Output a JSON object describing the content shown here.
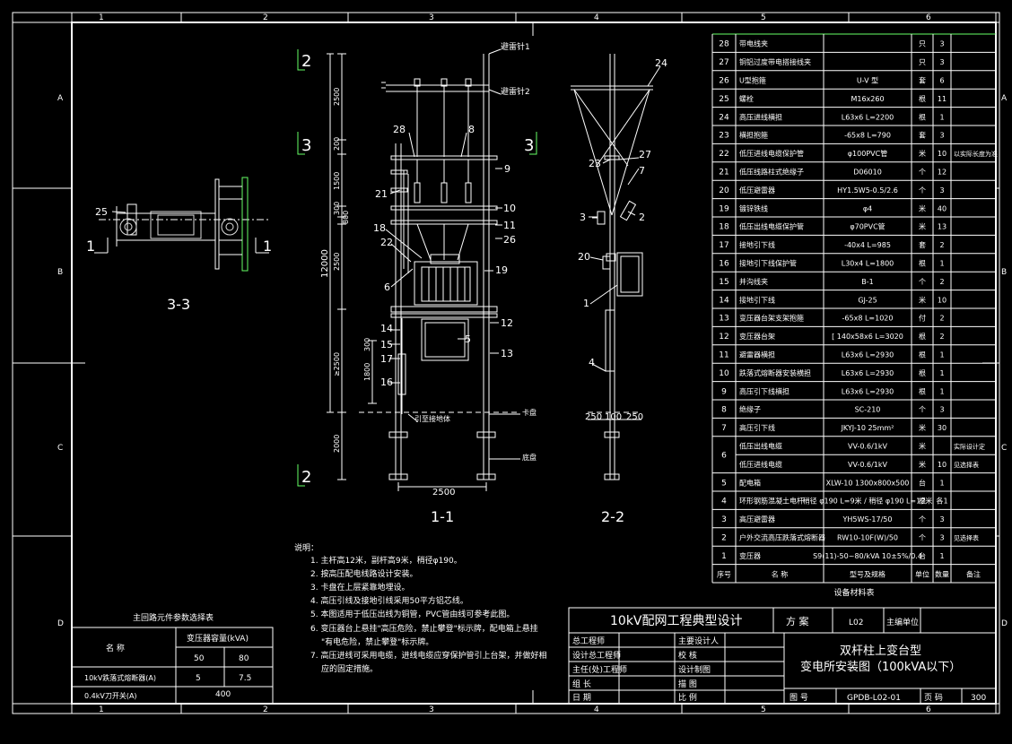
{
  "frame": {
    "col_numbers": [
      "1",
      "2",
      "3",
      "4",
      "5",
      "6"
    ],
    "row_letters": [
      "A",
      "B",
      "C",
      "D"
    ]
  },
  "views": {
    "section_33": "3-3",
    "section_11": "1-1",
    "section_22": "2-2"
  },
  "section_marks": {
    "m2": "2",
    "m3": "3",
    "m1": "1"
  },
  "dims_11": {
    "d2500_top": "2500",
    "d200": "200",
    "d1500": "1500",
    "d300": "300",
    "d800": "800",
    "d2500_mid": "2500",
    "d12000": "12000",
    "d1800": "1800",
    "d300b": "300",
    "d2500_low": "≥2500",
    "d2000": "2000",
    "d2500_bottom": "2500"
  },
  "dims_22": {
    "a": "250",
    "b": "100",
    "c": "250"
  },
  "callouts_11": {
    "c28": "28",
    "c8": "8",
    "c9": "9",
    "c21": "21",
    "c10": "10",
    "c11": "11",
    "c26": "26",
    "c18": "18",
    "c22": "22",
    "c19": "19",
    "c6": "6",
    "c14": "14",
    "c12": "12",
    "c15": "15",
    "c17": "17",
    "c5": "5",
    "c13": "13",
    "c16": "16",
    "lightning1": "避雷针1",
    "lightning2": "避雷针2",
    "ground_lead": "引至接地体",
    "chuck": "卡盘",
    "base": "底盘"
  },
  "callouts_22": {
    "c24": "24",
    "c23": "23",
    "c27": "27",
    "c7": "7",
    "c3": "3",
    "c2": "2",
    "c20": "20",
    "c1": "1",
    "c4": "4"
  },
  "callouts_33": {
    "c25": "25"
  },
  "notes": {
    "title": "说明：",
    "lines": [
      "1. 主杆高12米，副杆高9米，稍径φ190。",
      "2. 按高压配电线路设计安装。",
      "3. 卡盘在上层紧靠地埋设。",
      "4. 高压引线及接地引线采用50平方铝芯线。",
      "5. 本图适用于低压出线为铜管，PVC管由线可参考此图。",
      "6. 变压器台上悬挂\"高压危险，禁止攀登\"标示牌，配电箱上悬挂",
      "\"有电危险，禁止攀登\"标示牌。",
      "7. 高压进线可采用电缆，进线电缆应穿保护管引上台架，并做好相",
      "应的固定措施。"
    ]
  },
  "param_table": {
    "title": "主回路元件参数选择表",
    "name_header": "名  称",
    "cap_header": "变压器容量(kVA)",
    "caps": [
      "50",
      "80"
    ],
    "rows": [
      {
        "name": "10kV跌落式熔断器(A)",
        "v1": "5",
        "v2": "7.5"
      },
      {
        "name": "0.4kV刀开关(A)",
        "v1": "400",
        "v2": ""
      }
    ]
  },
  "materials": {
    "rows": [
      {
        "no": "28",
        "name": "带电线夹",
        "spec": "",
        "unit": "只",
        "qty": "3",
        "note": ""
      },
      {
        "no": "27",
        "name": "铜铝过度带电搭接线夹",
        "spec": "",
        "unit": "只",
        "qty": "3",
        "note": ""
      },
      {
        "no": "26",
        "name": "U型抱箍",
        "spec": "U-V 型",
        "unit": "套",
        "qty": "6",
        "note": ""
      },
      {
        "no": "25",
        "name": "螺栓",
        "spec": "M16x260",
        "unit": "根",
        "qty": "11",
        "note": ""
      },
      {
        "no": "24",
        "name": "高压进线横担",
        "spec": "L63x6 L=2200",
        "unit": "根",
        "qty": "1",
        "note": ""
      },
      {
        "no": "23",
        "name": "横担抱箍",
        "spec": "-65x8 L=790",
        "unit": "套",
        "qty": "3",
        "note": ""
      },
      {
        "no": "22",
        "name": "低压进线电缆保护管",
        "spec": "φ100PVC管",
        "unit": "米",
        "qty": "10",
        "note": "以实际长度为准"
      },
      {
        "no": "21",
        "name": "低压线路柱式绝缘子",
        "spec": "D06010",
        "unit": "个",
        "qty": "12",
        "note": ""
      },
      {
        "no": "20",
        "name": "低压避雷器",
        "spec": "HY1.5W5-0.5/2.6",
        "unit": "个",
        "qty": "3",
        "note": ""
      },
      {
        "no": "19",
        "name": "镀锌铁线",
        "spec": "φ4",
        "unit": "米",
        "qty": "40",
        "note": ""
      },
      {
        "no": "18",
        "name": "低压出线电缆保护管",
        "spec": "φ70PVC管",
        "unit": "米",
        "qty": "13",
        "note": ""
      },
      {
        "no": "17",
        "name": "接地引下线",
        "spec": "-40x4 L=985",
        "unit": "套",
        "qty": "2",
        "note": ""
      },
      {
        "no": "16",
        "name": "接地引下线保护管",
        "spec": "L30x4 L=1800",
        "unit": "根",
        "qty": "1",
        "note": ""
      },
      {
        "no": "15",
        "name": "并沟线夹",
        "spec": "B-1",
        "unit": "个",
        "qty": "2",
        "note": ""
      },
      {
        "no": "14",
        "name": "接地引下线",
        "spec": "GJ-25",
        "unit": "米",
        "qty": "10",
        "note": ""
      },
      {
        "no": "13",
        "name": "变压器台架支架抱箍",
        "spec": "-65x8 L=1020",
        "unit": "付",
        "qty": "2",
        "note": ""
      },
      {
        "no": "12",
        "name": "变压器台架",
        "spec": "[ 140x58x6 L=3020",
        "unit": "根",
        "qty": "2",
        "note": ""
      },
      {
        "no": "11",
        "name": "避雷器横担",
        "spec": "L63x6 L=2930",
        "unit": "根",
        "qty": "1",
        "note": ""
      },
      {
        "no": "10",
        "name": "跌落式熔断器安装横担",
        "spec": "L63x6 L=2930",
        "unit": "根",
        "qty": "1",
        "note": ""
      },
      {
        "no": "9",
        "name": "高压引下线横担",
        "spec": "L63x6 L=2930",
        "unit": "根",
        "qty": "1",
        "note": ""
      },
      {
        "no": "8",
        "name": "绝缘子",
        "spec": "SC-210",
        "unit": "个",
        "qty": "3",
        "note": ""
      },
      {
        "no": "7",
        "name": "高压引下线",
        "spec": "JKYJ-10 25mm²",
        "unit": "米",
        "qty": "30",
        "note": ""
      },
      {
        "no": "6a",
        "name": "低压出线电缆",
        "spec": "VV-0.6/1kV",
        "unit": "米",
        "qty": "",
        "note": "实际设计定"
      },
      {
        "no": "6b",
        "name": "低压进线电缆",
        "spec": "VV-0.6/1kV",
        "unit": "米",
        "qty": "10",
        "note": "见选择表"
      },
      {
        "no": "5",
        "name": "配电箱",
        "spec": "XLW-10 1300x800x500",
        "unit": "台",
        "qty": "1",
        "note": ""
      },
      {
        "no": "4",
        "name": "环形钢筋混凝土电杆",
        "spec": "稍径 φ190 L=9米 / 稍径 φ190 L=12米",
        "unit": "根",
        "qty": "各1",
        "note": ""
      },
      {
        "no": "3",
        "name": "高压避雷器",
        "spec": "YH5WS-17/50",
        "unit": "个",
        "qty": "3",
        "note": ""
      },
      {
        "no": "2",
        "name": "户外交流高压跌落式熔断器",
        "spec": "RW10-10F(W)/50",
        "unit": "个",
        "qty": "3",
        "note": "见选择表"
      },
      {
        "no": "1",
        "name": "变压器",
        "spec": "S9(11)-50~80/kVA 10±5%/0.4",
        "unit": "台",
        "qty": "1",
        "note": ""
      }
    ],
    "header": {
      "no": "序号",
      "name": "名  称",
      "spec": "型号及规格",
      "unit": "单位",
      "qty": "数量",
      "note": "备注"
    },
    "caption": "设备材料表"
  },
  "title_block": {
    "project": "10kV配网工程典型设计",
    "scheme_label": "方  案",
    "scheme_value": "L02",
    "unit_label": "主编单位",
    "roles": [
      {
        "a": "总工程师",
        "b": "主要设计人"
      },
      {
        "a": "设计总工程师",
        "b": "校  核"
      },
      {
        "a": "主任(处)工程师",
        "b": "设计制图"
      },
      {
        "a": "组  长",
        "b": "描  图"
      },
      {
        "a": "日  期",
        "b": "比  例"
      }
    ],
    "drawing_title_1": "双杆柱上变台型",
    "drawing_title_2": "变电所安装图（100kVA以下）",
    "drawing_no_label": "图  号",
    "drawing_no": "GPDB-L02-01",
    "page_label": "页  码",
    "page_no": "300"
  }
}
